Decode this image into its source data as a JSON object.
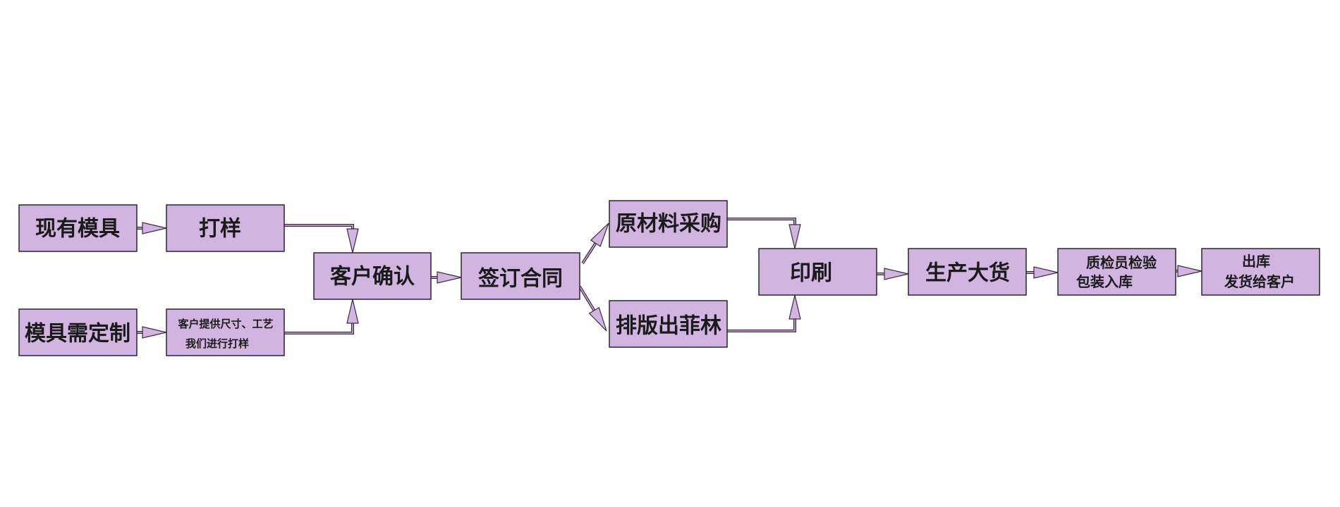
{
  "nodes": {
    "existing_mold": {
      "label": "现有模具"
    },
    "sampling": {
      "label": "打样"
    },
    "custom_mold": {
      "label": "模具需定制"
    },
    "customer_specs": {
      "line1": "客户提供尺寸、工艺",
      "line2": "我们进行打样"
    },
    "customer_confirm": {
      "label": "客户确认"
    },
    "sign_contract": {
      "label": "签订合同"
    },
    "material_purchase": {
      "label": "原材料采购"
    },
    "typeset_film": {
      "label": "排版出菲林"
    },
    "printing": {
      "label": "印刷"
    },
    "mass_production": {
      "label": "生产大货"
    },
    "qc_packing": {
      "line1": "质检员检验",
      "line2": "包装入库"
    },
    "shipping": {
      "line1": "出库",
      "line2": "发货给客户"
    }
  },
  "colors": {
    "box_fill": "#d1b5e0",
    "box_stroke": "#2b2430"
  }
}
